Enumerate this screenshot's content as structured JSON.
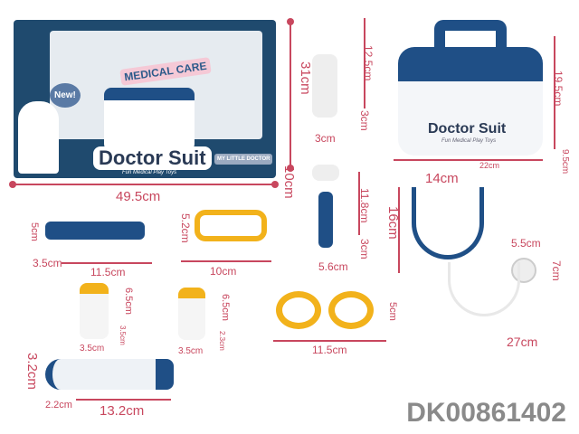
{
  "box": {
    "badge": "New!",
    "sticker": "MEDICAL CARE",
    "title": "Doctor Suit",
    "subtitle": "Fun Medical Play Toys",
    "tagline": "MY LITTLE DOCTOR",
    "dims": {
      "height": "31cm",
      "width": "49.5cm",
      "depth": "10cm"
    }
  },
  "otoscope": {
    "dims": {
      "height": "12.5cm",
      "width": "3cm",
      "depth": "3cm"
    }
  },
  "case": {
    "title": "Doctor Suit",
    "subtitle": "Fun Medical Play Toys",
    "dims": {
      "height": "19.5cm",
      "width": "22cm",
      "depth": "9.5cm"
    }
  },
  "syringe": {
    "dims": {
      "height": "5cm",
      "depth": "3.5cm",
      "width": "11.5cm"
    }
  },
  "scissors": {
    "dims": {
      "height": "5.2cm",
      "width": "10cm"
    }
  },
  "hammer": {
    "dims": {
      "height": "11.8cm",
      "depth": "3cm",
      "width": "5.6cm"
    }
  },
  "stethoscope": {
    "dims": {
      "top_width": "14cm",
      "height": "16cm",
      "chest_width": "5.5cm",
      "chest_height": "7cm",
      "length": "27cm"
    }
  },
  "bottle1": {
    "dims": {
      "height": "6.5cm",
      "depth": "3.5cm",
      "width": "3.5cm"
    }
  },
  "bottle2": {
    "dims": {
      "height": "6.5cm",
      "depth": "2.3cm",
      "width": "3.5cm"
    }
  },
  "glasses": {
    "dims": {
      "height": "5cm",
      "width": "11.5cm"
    }
  },
  "thermometer": {
    "dims": {
      "height": "3.2cm",
      "depth": "2.2cm",
      "width": "13.2cm"
    }
  },
  "product_code": "DK00861402"
}
